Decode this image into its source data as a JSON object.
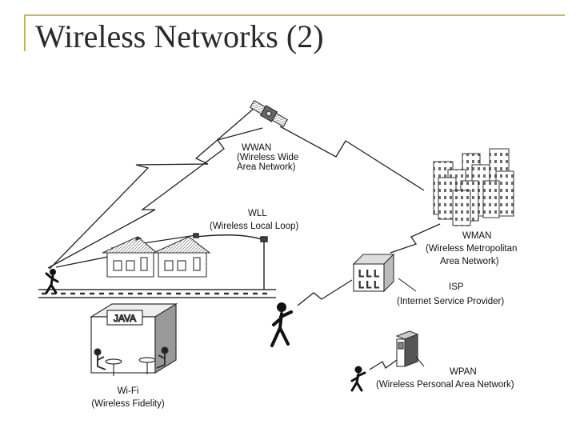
{
  "slide": {
    "title": "Wireless Networks (2)",
    "accent_color": "#c9b36a"
  },
  "labels": {
    "wwan": [
      "WWAN",
      "(Wireless Wide",
      "Area Network)"
    ],
    "wll": [
      "WLL",
      "(Wireless Local Loop)"
    ],
    "wman": [
      "WMAN",
      "(Wireless Metropolitan",
      "Area Network)"
    ],
    "isp": [
      "ISP",
      "(Internet Service Provider)"
    ],
    "wpan": [
      "WPAN",
      "(Wireless Personal Area Network)"
    ],
    "wifi": [
      "Wi-Fi",
      "(Wireless Fidelity)"
    ],
    "cafe_sign": "JAVA"
  },
  "icons": [
    "satellite-icon",
    "skyscraper-icon",
    "house-icon",
    "utility-pole-icon",
    "isp-building-icon",
    "cafe-icon",
    "person-icon",
    "computer-tower-icon",
    "lightning-link-icon"
  ]
}
